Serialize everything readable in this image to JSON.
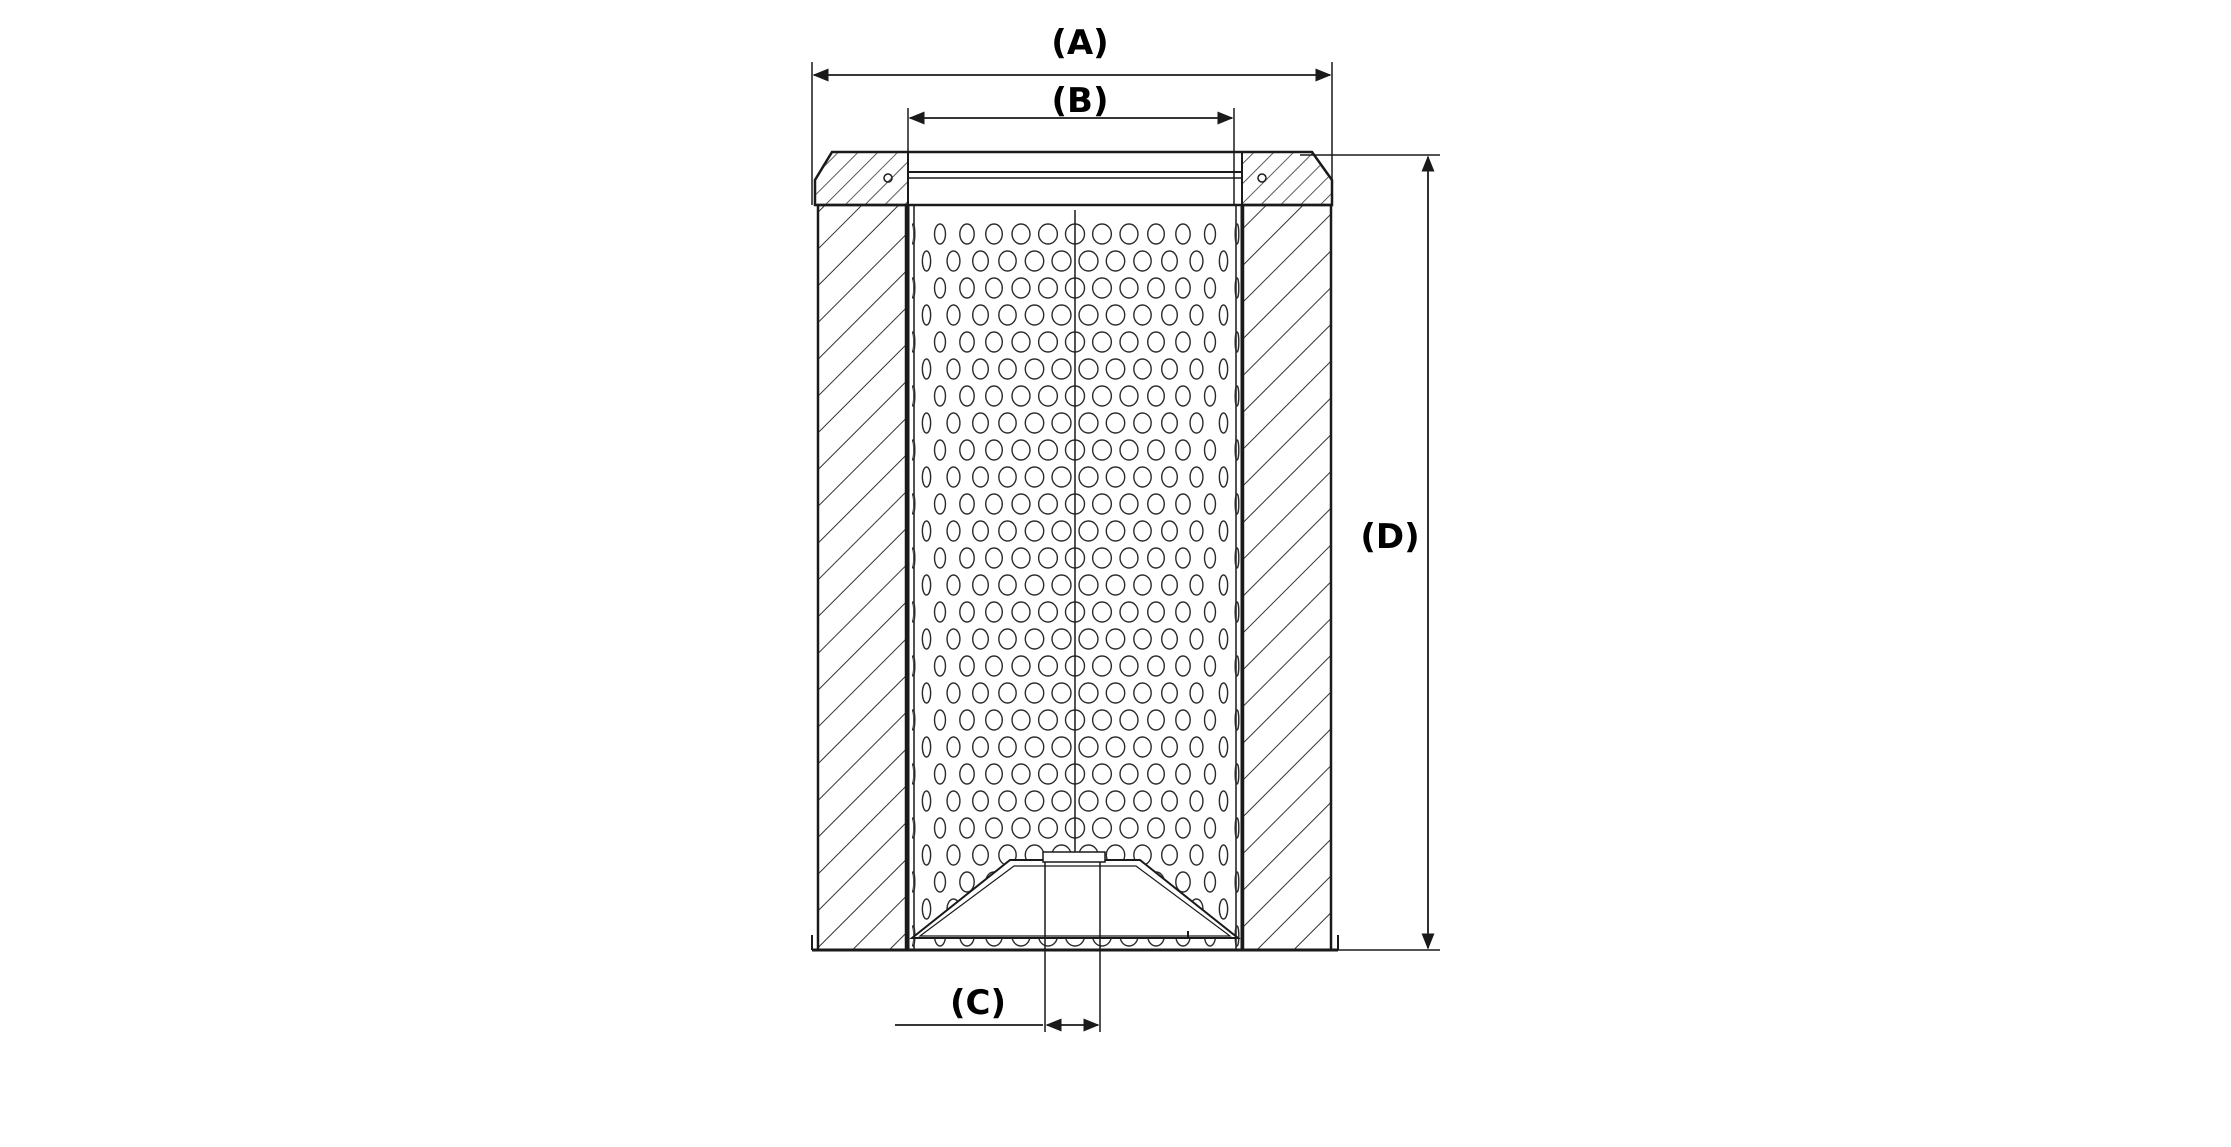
{
  "dimensions": {
    "a_label": "(A)",
    "b_label": "(B)",
    "c_label": "(C)",
    "d_label": "(D)"
  },
  "colors": {
    "line": "#1a1a1a",
    "background": "#ffffff"
  }
}
